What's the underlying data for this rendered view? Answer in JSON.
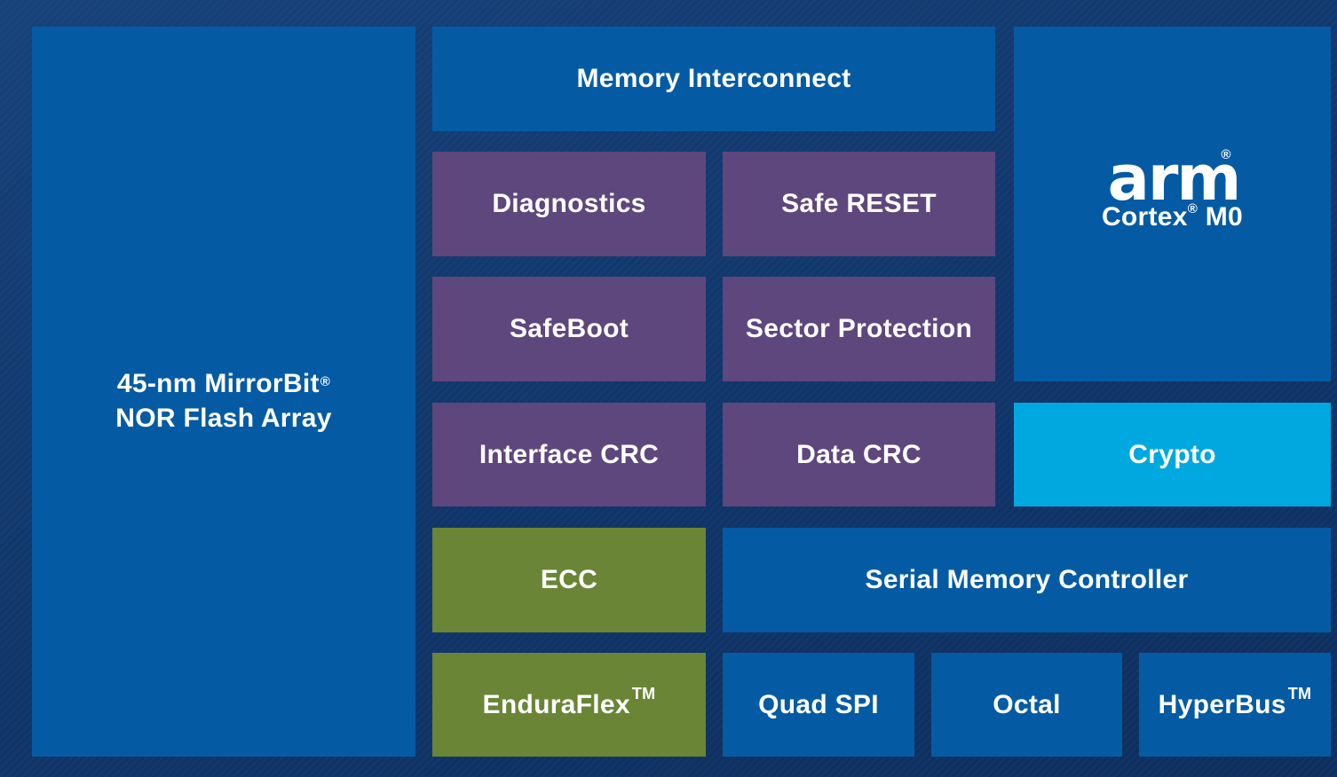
{
  "blocks": {
    "flash_line1": "45-nm MirrorBit",
    "flash_line2": "NOR Flash Array",
    "memory_interconnect": "Memory Interconnect",
    "diagnostics": "Diagnostics",
    "safe_reset": "Safe RESET",
    "safeboot": "SafeBoot",
    "sector_protection": "Sector Protection",
    "interface_crc": "Interface CRC",
    "data_crc": "Data CRC",
    "crypto": "Crypto",
    "ecc": "ECC",
    "serial_memory_controller": "Serial Memory Controller",
    "enduraflex": "EnduraFlex",
    "quad_spi": "Quad SPI",
    "octal": "Octal",
    "hyperbus": "HyperBus"
  },
  "arm": {
    "logo_text": "arm",
    "cortex": "Cortex",
    "model": " M0"
  },
  "marks": {
    "registered": "®",
    "trademark": "TM"
  },
  "colors": {
    "background": "#12386a",
    "blue_block": "#055ba3",
    "purple_block": "#5e477d",
    "green_block": "#6a8535",
    "cyan_block": "#00a8e0",
    "text": "#ffffff"
  }
}
